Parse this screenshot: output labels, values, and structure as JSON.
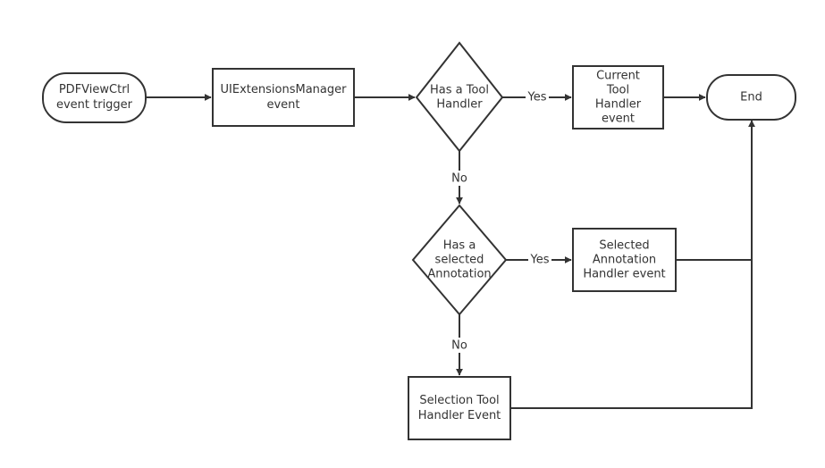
{
  "nodes": {
    "start": {
      "lines": [
        "PDFViewCtrl",
        "event trigger"
      ]
    },
    "ui_extensions": {
      "lines": [
        "UIExtensionsManager",
        "event"
      ]
    },
    "has_tool": {
      "lines": [
        "Has a Tool",
        "Handler"
      ]
    },
    "current_tool": {
      "lines": [
        "Current",
        "Tool",
        "Handler",
        "event"
      ]
    },
    "end": {
      "lines": [
        "End"
      ]
    },
    "has_annot": {
      "lines": [
        "Has a",
        "selected",
        "Annotation"
      ]
    },
    "annot_handler": {
      "lines": [
        "Selected",
        "Annotation",
        "Handler event"
      ]
    },
    "selection_tool": {
      "lines": [
        "Selection Tool",
        "Handler Event"
      ]
    }
  },
  "edges": {
    "tool_yes": "Yes",
    "tool_no": "No",
    "annot_yes": "Yes",
    "annot_no": "No"
  }
}
